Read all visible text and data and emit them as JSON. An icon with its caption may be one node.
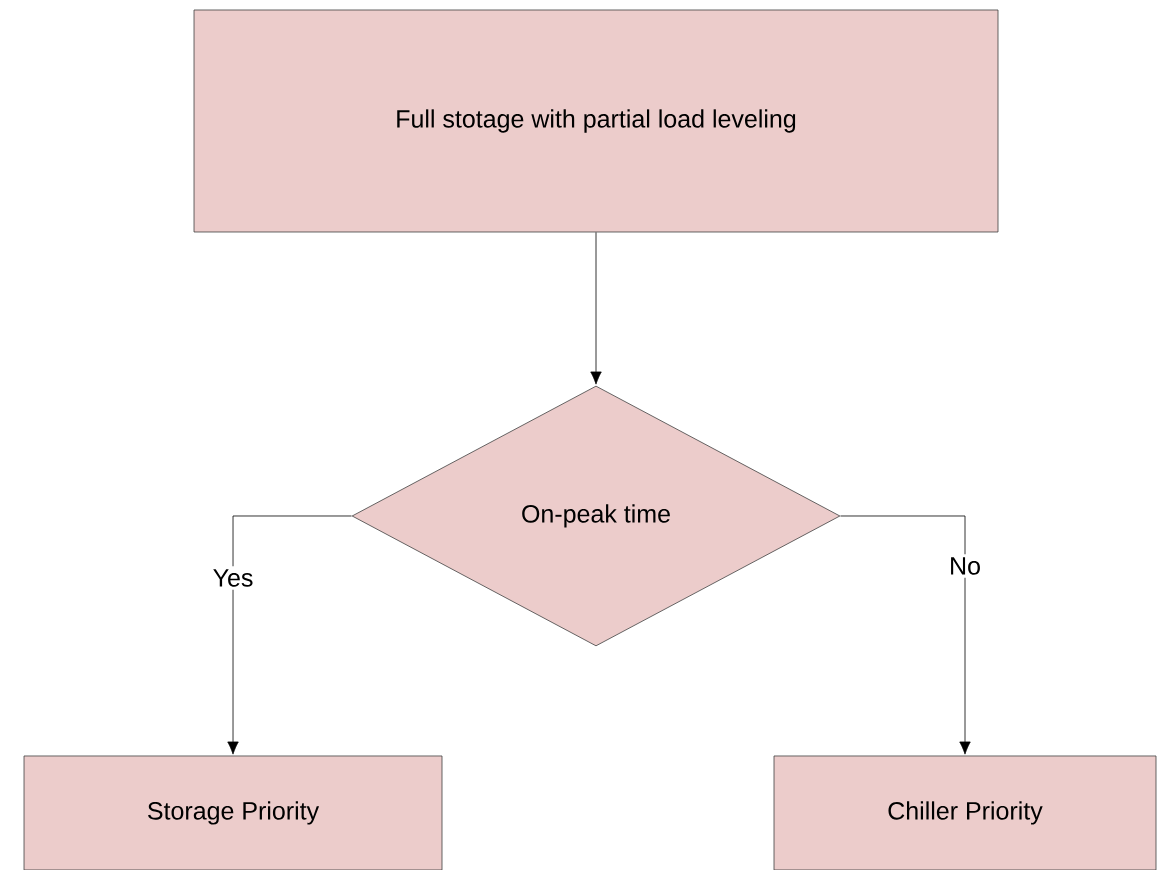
{
  "diagram": {
    "nodes": [
      {
        "text": [
          "Full stotage with partial load leveling"
        ]
      },
      {
        "text": [
          "On-peak time"
        ]
      },
      {
        "text": [
          "Storage Priority"
        ]
      },
      {
        "text": [
          "Chiller Priority"
        ]
      }
    ],
    "edges": [
      {
        "from": 0,
        "to": 1,
        "arrow": "to"
      },
      {
        "from": 1,
        "to": 2,
        "arrow": "to",
        "label": "Yes"
      },
      {
        "from": 1,
        "to": 3,
        "arrow": "to",
        "label": "No"
      }
    ]
  }
}
